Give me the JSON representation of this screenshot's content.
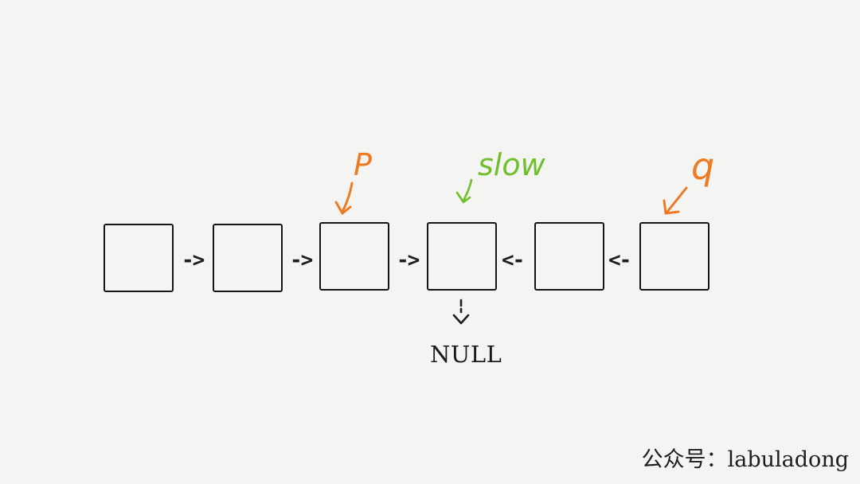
{
  "nodes": [
    {
      "id": "n1"
    },
    {
      "id": "n2"
    },
    {
      "id": "n3"
    },
    {
      "id": "n4"
    },
    {
      "id": "n5"
    },
    {
      "id": "n6"
    }
  ],
  "links": [
    {
      "label": "->"
    },
    {
      "label": "->"
    },
    {
      "label": "->"
    },
    {
      "label": "<-"
    },
    {
      "label": "<-"
    }
  ],
  "null_label": "NULL",
  "pointers": {
    "p": {
      "label": "P",
      "color": "#ee7a22"
    },
    "slow": {
      "label": "slow",
      "color": "#6fbf2d"
    },
    "q": {
      "label": "q",
      "color": "#ee7a22"
    }
  },
  "footer": {
    "text": "公众号：labuladong"
  }
}
